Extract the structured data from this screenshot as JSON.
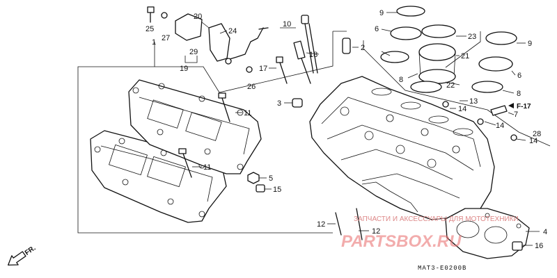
{
  "labels": {
    "l1": "1",
    "l2": "2",
    "l3": "3",
    "l4": "4",
    "l5": "5",
    "l6a": "6",
    "l6b": "6",
    "l7": "7",
    "l8a": "8",
    "l8b": "8",
    "l9a": "9",
    "l9b": "9",
    "l10": "10",
    "l11a": "11",
    "l11b": "11",
    "l12a": "12",
    "l12b": "12",
    "l13": "13",
    "l14a": "14",
    "l14b": "14",
    "l14c": "14",
    "l15": "15",
    "l16": "16",
    "l17": "17",
    "l18": "18",
    "l19": "19",
    "l20": "20",
    "l21": "21",
    "l22": "22",
    "l23": "23",
    "l24": "24",
    "l25": "25",
    "l26": "26",
    "l27": "27",
    "l28": "28",
    "l29": "29"
  },
  "ref": "F-17",
  "direction": "FR.",
  "part_code": "MAT3-E0200B",
  "watermark": {
    "line1": "ЗАПЧАСТИ И АКСЕССУАРЫ ДЛЯ МОТОТЕХНИКИ",
    "line2": "PARTSBOX.RU"
  }
}
